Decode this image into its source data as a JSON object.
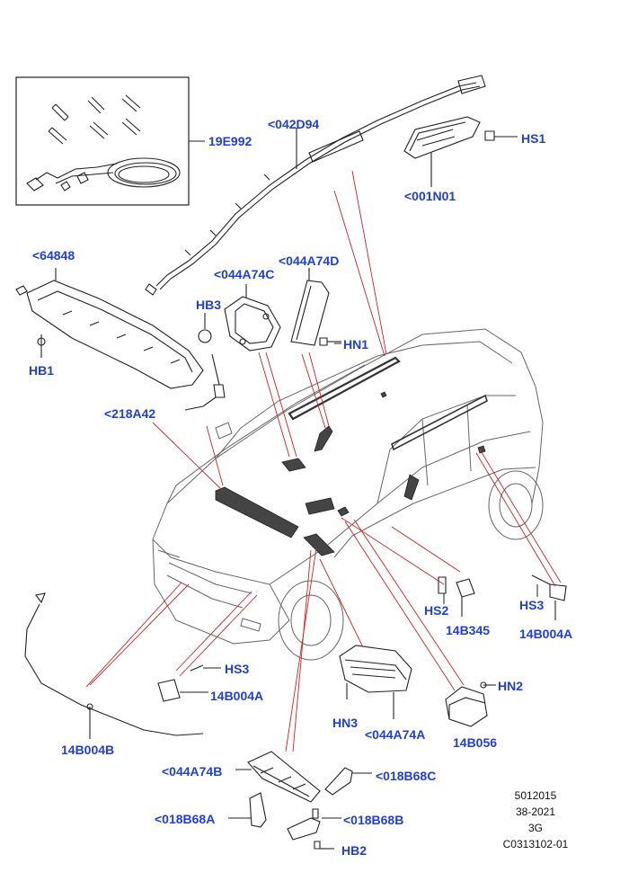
{
  "labels": {
    "c19E992": "19E992",
    "c042D94": "<042D94",
    "cHS1": "HS1",
    "c001N01": "<001N01",
    "c64848": "<64848",
    "cHB1": "HB1",
    "cHB3": "HB3",
    "c044A74C": "<044A74C",
    "c044A74D": "<044A74D",
    "cHN1": "HN1",
    "c218A42": "<218A42",
    "cHS2": "HS2",
    "c14B345": "14B345",
    "cHS3a": "HS3",
    "c14B004Aa": "14B004A",
    "cHS3b": "HS3",
    "c14B004Ab": "14B004A",
    "cHN2": "HN2",
    "cHN3": "HN3",
    "c044A74A": "<044A74A",
    "c14B056": "14B056",
    "c14B004B": "14B004B",
    "c044A74B": "<044A74B",
    "c018B68C": "<018B68C",
    "c018B68A": "<018B68A",
    "c018B68B": "<018B68B",
    "cHB2": "HB2"
  },
  "reference": {
    "line1": "5012015",
    "line2": "38-2021",
    "line3": "3G",
    "line4": "C0313102-01"
  },
  "colors": {
    "callout": "#1f3fd6",
    "leader": "#d42020",
    "outline": "#222222",
    "car_outline": "#555555"
  }
}
